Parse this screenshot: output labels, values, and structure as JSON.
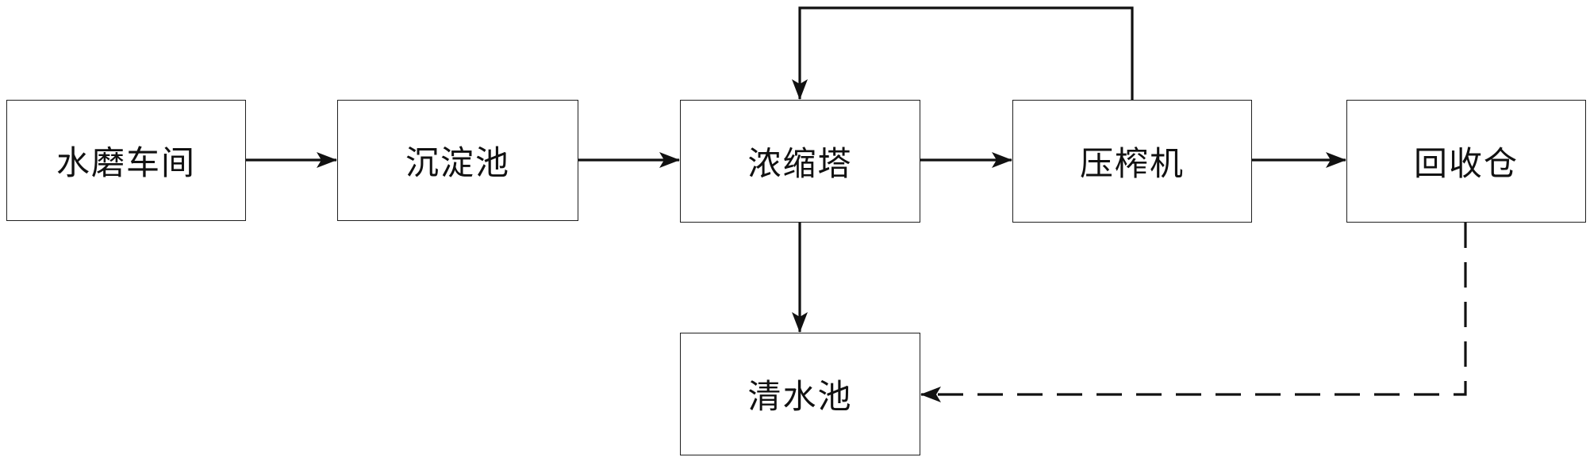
{
  "diagram": {
    "nodes": [
      {
        "id": "water-grinding",
        "label": "水磨车间"
      },
      {
        "id": "settling-tank",
        "label": "沉淀池"
      },
      {
        "id": "thickener",
        "label": "浓缩塔"
      },
      {
        "id": "press",
        "label": "压榨机"
      },
      {
        "id": "recovery-bin",
        "label": "回收仓"
      },
      {
        "id": "clear-tank",
        "label": "清水池"
      }
    ],
    "edges": [
      {
        "from": "water-grinding",
        "to": "settling-tank",
        "style": "solid"
      },
      {
        "from": "settling-tank",
        "to": "thickener",
        "style": "solid"
      },
      {
        "from": "thickener",
        "to": "press",
        "style": "solid"
      },
      {
        "from": "press",
        "to": "recovery-bin",
        "style": "solid"
      },
      {
        "from": "press",
        "to": "thickener",
        "style": "solid",
        "route": "loop-over-top"
      },
      {
        "from": "thickener",
        "to": "clear-tank",
        "style": "solid"
      },
      {
        "from": "recovery-bin",
        "to": "clear-tank",
        "style": "dashed"
      }
    ],
    "colors": {
      "stroke": "#111111",
      "background": "#ffffff"
    }
  }
}
